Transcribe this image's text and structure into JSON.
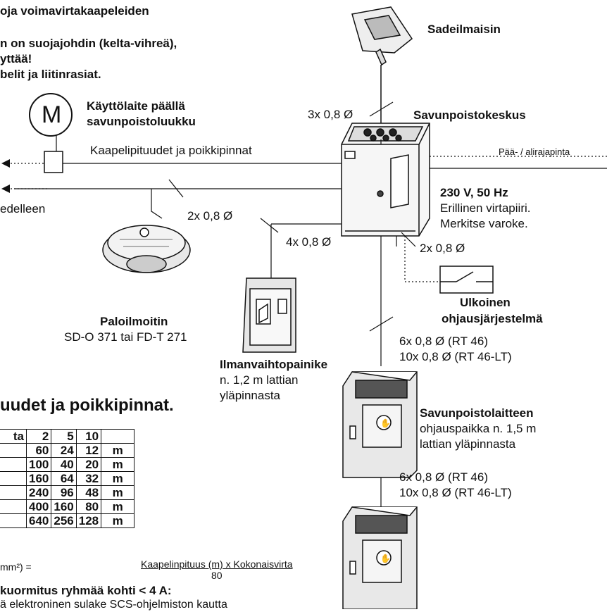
{
  "warning": {
    "line1": "oja voimavirtakaapeleiden",
    "line2": "n on suojajohdin (kelta-vihreä),",
    "line3": "yttää!",
    "line4": "belit ja liitinrasiat."
  },
  "motor": {
    "symbol": "M",
    "label_line1": "Käyttölaite päällä",
    "label_line2": "savunpoistoluukku"
  },
  "cable_note": "Kaapelipituudet ja poikkipinnat",
  "edelleen": "edelleen",
  "rain_sensor": {
    "label": "Sadeilmaisin"
  },
  "central": {
    "label": "Savunpoistokeskus"
  },
  "power": {
    "line1": "230 V, 50 Hz",
    "line2": "Erillinen virtapiiri.",
    "line3": "Merkitse varoke."
  },
  "surface_label": "Pää- / alirajapinta",
  "wire_labels": {
    "w3": "3x 0,8 Ø",
    "w2a": "2x 0,8 Ø",
    "w4": "4x 0,8 Ø",
    "w2b": "2x 0,8 Ø",
    "w6a": "6x 0,8 Ø (RT 46)",
    "w10a": "10x 0,8 Ø (RT 46-LT)",
    "w6b": "6x 0,8 Ø (RT 46)",
    "w10b": "10x 0,8 Ø (RT 46-LT)"
  },
  "external": {
    "line1": "Ulkoinen",
    "line2": "ohjausjärjestelmä"
  },
  "detector": {
    "line1": "Paloilmoitin",
    "line2": "SD-O 371 tai FD-T 271"
  },
  "vent_button": {
    "line1": "Ilmanvaihtopainike",
    "line2": "n. 1,2 m lattian",
    "line3": "yläpinnasta"
  },
  "control_point": {
    "line1": "Savunpoistolaitteen",
    "line2": "ohjauspaikka n. 1,5 m",
    "line3": "lattian yläpinnasta"
  },
  "table_heading": "uudet ja poikkipinnat.",
  "table": {
    "header": [
      "ta",
      "2",
      "5",
      "10",
      ""
    ],
    "rows": [
      [
        "",
        "60",
        "24",
        "12",
        "m"
      ],
      [
        "",
        "100",
        "40",
        "20",
        "m"
      ],
      [
        "",
        "160",
        "64",
        "32",
        "m"
      ],
      [
        "",
        "240",
        "96",
        "48",
        "m"
      ],
      [
        "",
        "400",
        "160",
        "80",
        "m"
      ],
      [
        "",
        "640",
        "256",
        "128",
        "m"
      ]
    ]
  },
  "formula": {
    "left": "mm²) =",
    "numerator": "Kaapelinpituus (m) x Kokonaisvirta",
    "denominator": "80"
  },
  "footer": {
    "line1": "kuormitus ryhmää kohti < 4 A:",
    "line2": "ä elektroninen sulake SCS-ohjelmiston kautta"
  }
}
